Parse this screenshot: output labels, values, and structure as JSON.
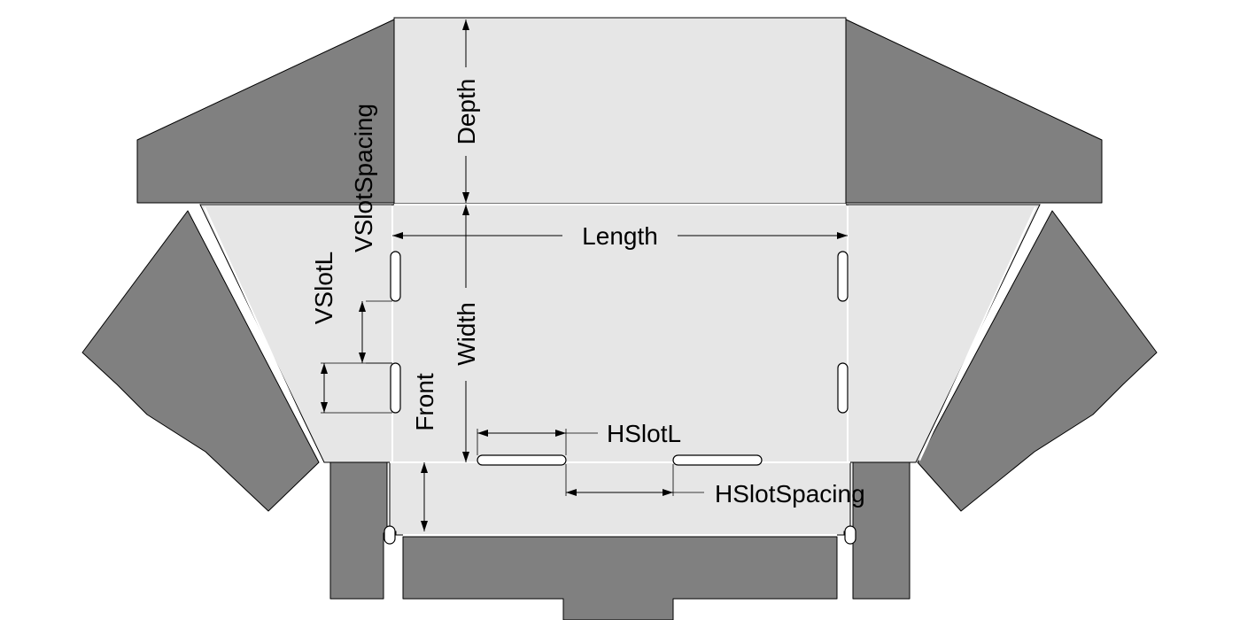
{
  "labels": {
    "depth": "Depth",
    "vslot_spacing": "VSlotSpacing",
    "length": "Length",
    "vslot_l": "VSlotL",
    "width": "Width",
    "front": "Front",
    "hslot_l": "HSlotL",
    "hslot_spacing": "HSlotSpacing"
  },
  "colors": {
    "flap": "#808080",
    "panel": "#e6e6e6",
    "crease": "#ffffff",
    "outline": "#000000"
  }
}
